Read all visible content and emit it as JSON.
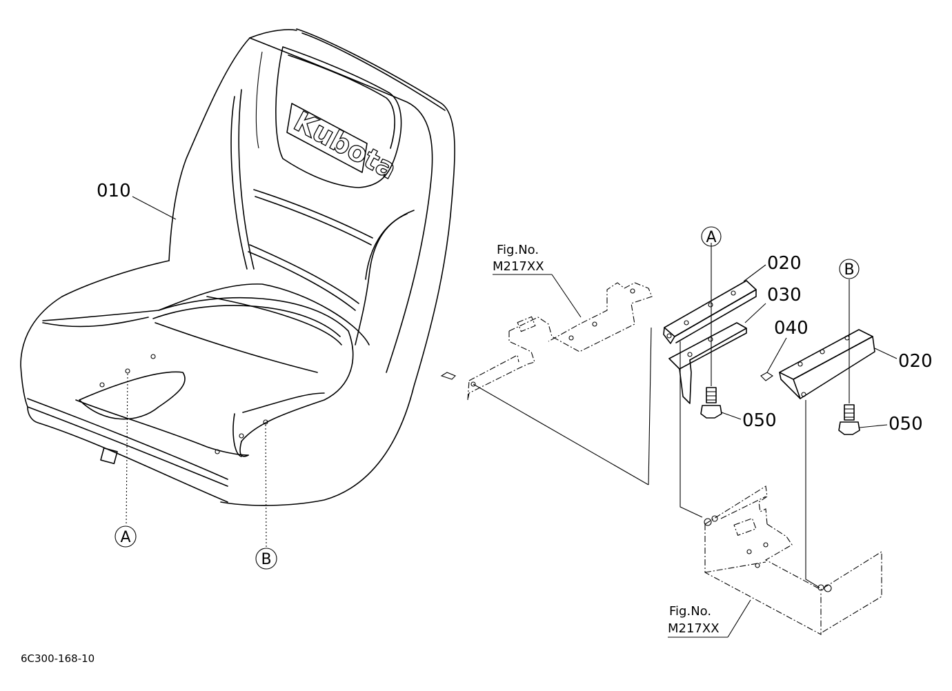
{
  "labels": {
    "seat": "010",
    "bracket_a": "020",
    "bracket_b": "020",
    "plate": "030",
    "clip": "040",
    "bolt_a": "050",
    "bolt_b": "050",
    "fig_ref_top_line1": "Fig.No.",
    "fig_ref_top_line2": "M217XX",
    "fig_ref_bottom_line1": "Fig.No.",
    "fig_ref_bottom_line2": "M217XX",
    "marker_a_seat": "A",
    "marker_b_seat": "B",
    "marker_a_bracket": "A",
    "marker_b_bracket": "B",
    "logo": "Kubota",
    "drawing_code": "6C300-168-10"
  }
}
